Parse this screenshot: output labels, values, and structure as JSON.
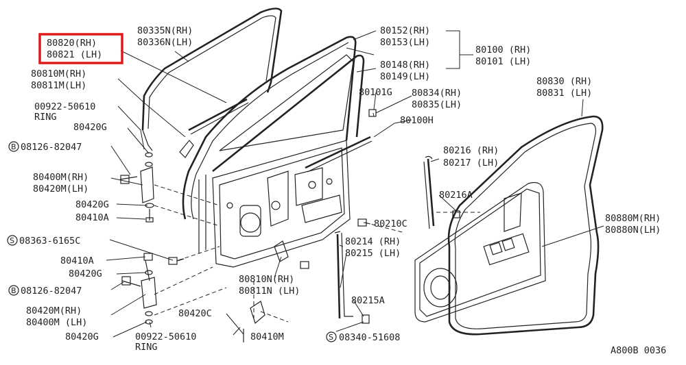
{
  "highlight_color": "#e01919",
  "labels": {
    "l_80820": "80820(RH)",
    "l_80821": "80821 (LH)",
    "l_80335n": "80335N(RH)",
    "l_80336n": "80336N(LH)",
    "l_80810m": "80810M(RH)",
    "l_80811m": "80811M(LH)",
    "l_00922_top": "00922-50610",
    "l_ring_top": "RING",
    "l_80420g_1": "80420G",
    "l_08126_top": "08126-82047",
    "l_80400m_rh": "80400M(RH)",
    "l_80420m_lh": "80420M(LH)",
    "l_80420g_2": "80420G",
    "l_80410a_1": "80410A",
    "l_08363": "08363-6165C",
    "l_80410a_2": "80410A",
    "l_80420g_3": "80420G",
    "l_08126_bot": "08126-82047",
    "l_80420m_rh": "80420M(RH)",
    "l_80400m_lh": "80400M (LH)",
    "l_80420g_4": "80420G",
    "l_00922_bot": "00922-50610",
    "l_ring_bot": "RING",
    "l_80420c": "80420C",
    "l_80410m": "80410M",
    "l_80810n": "80810N(RH)",
    "l_80811n": "80811N (LH)",
    "l_80152": "80152(RH)",
    "l_80153": "80153(LH)",
    "l_80100": "80100 (RH)",
    "l_80101": "80101 (LH)",
    "l_80148": "80148(RH)",
    "l_80149": "80149(LH)",
    "l_80101g": "80101G",
    "l_80834": "80834(RH)",
    "l_80835": "80835(LH)",
    "l_80100h": "80100H",
    "l_80830": "80830 (RH)",
    "l_80831": "80831 (LH)",
    "l_80216": "80216 (RH)",
    "l_80217": "80217 (LH)",
    "l_80216a": "80216A",
    "l_80210c": "80210C",
    "l_80214": "80214 (RH)",
    "l_80215": "80215 (LH)",
    "l_80215a": "80215A",
    "l_08340": "08340-51608",
    "l_80880m": "80880M(RH)",
    "l_80880n": "80880N(LH)",
    "l_code": "A800B 0036"
  },
  "symbols": {
    "bolt_prefix": "B",
    "screw_prefix": "S"
  }
}
